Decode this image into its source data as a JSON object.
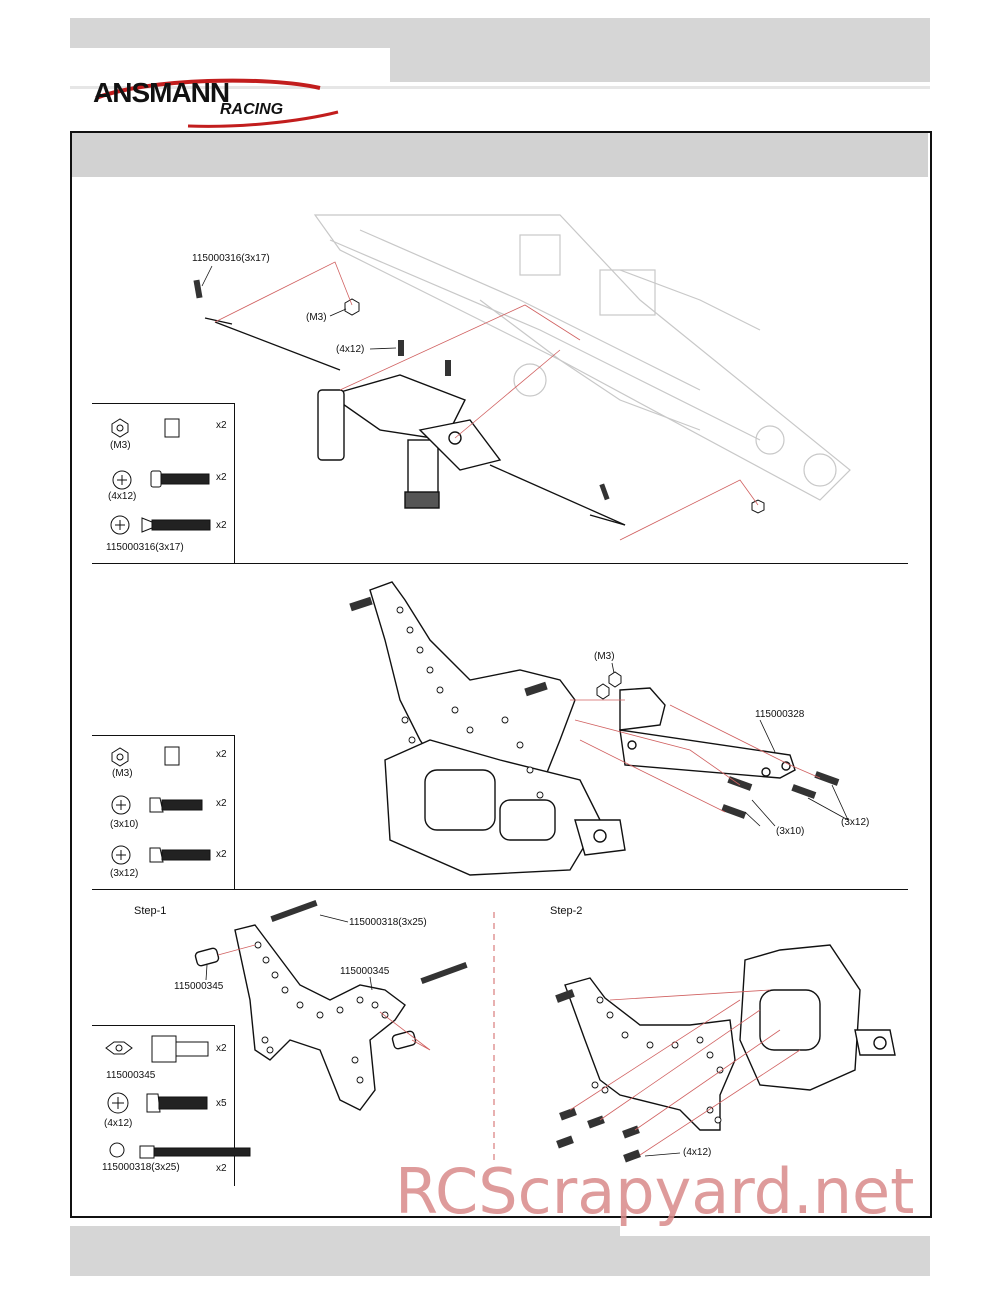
{
  "brand": {
    "name": "ANSMANN",
    "sub": "RACING"
  },
  "section1": {
    "callouts": {
      "screw_top": "115000316(3x17)",
      "nut": "(M3)",
      "screw_mid": "(4x12)"
    },
    "parts": [
      {
        "label": "(M3)",
        "qty": "x2"
      },
      {
        "label": "(4x12)",
        "qty": "x2"
      },
      {
        "label": "115000316(3x17)",
        "qty": "x2"
      }
    ]
  },
  "section2": {
    "callouts": {
      "nut": "(M3)",
      "bracket": "115000328",
      "screw_a": "(3x10)",
      "screw_b": "(3x12)"
    },
    "parts": [
      {
        "label": "(M3)",
        "qty": "x2"
      },
      {
        "label": "(3x10)",
        "qty": "x2"
      },
      {
        "label": "(3x12)",
        "qty": "x2"
      }
    ]
  },
  "section3": {
    "step1": "Step-1",
    "step2": "Step-2",
    "callouts": {
      "long_screw": "115000318(3x25)",
      "standoff_left": "115000345",
      "standoff_right": "115000345",
      "screws": "(4x12)"
    },
    "parts": [
      {
        "label": "115000345",
        "qty": "x2"
      },
      {
        "label": "(4x12)",
        "qty": "x5"
      },
      {
        "label": "115000318(3x25)",
        "qty": "x2"
      }
    ]
  },
  "watermark": "RCScrapyard.net"
}
